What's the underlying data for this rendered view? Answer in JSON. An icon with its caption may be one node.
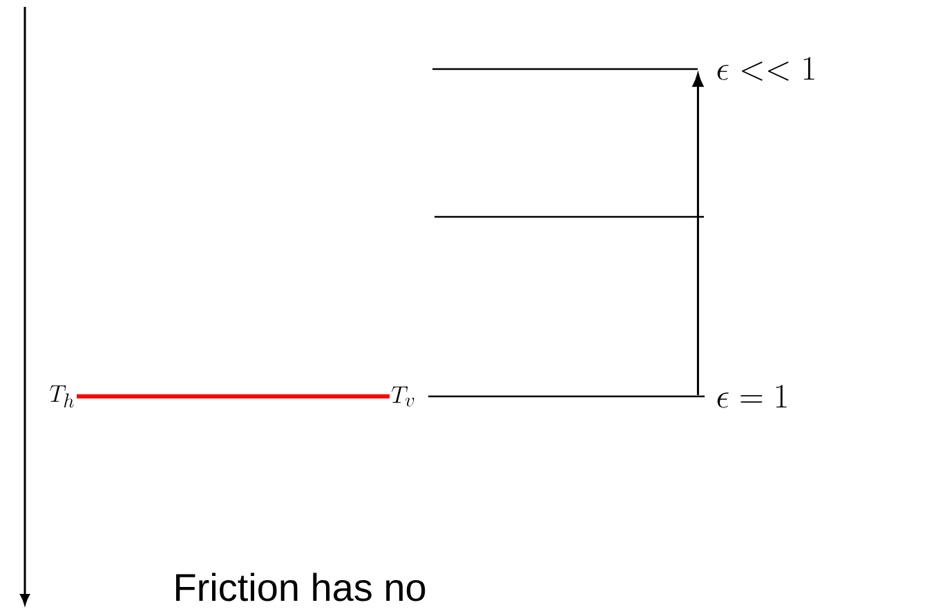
{
  "diagram": {
    "nodes": [
      {
        "text": [
          "T_h"
        ]
      },
      {
        "text": [
          "T_v"
        ]
      },
      {
        "text": [],
        "shape": "bar"
      },
      {
        "text": [],
        "shape": "bar"
      },
      {
        "text": [],
        "shape": "bar"
      }
    ],
    "edges": [
      {
        "from": 0,
        "to": 1,
        "arrow": "none",
        "style": "thick",
        "color": "#ff0000"
      },
      {
        "from": 4,
        "to": 2,
        "arrow": "to",
        "color": "#000000"
      }
    ],
    "labels": [
      "\\epsilon << 1",
      "\\epsilon = 1",
      "Friction has no"
    ]
  }
}
